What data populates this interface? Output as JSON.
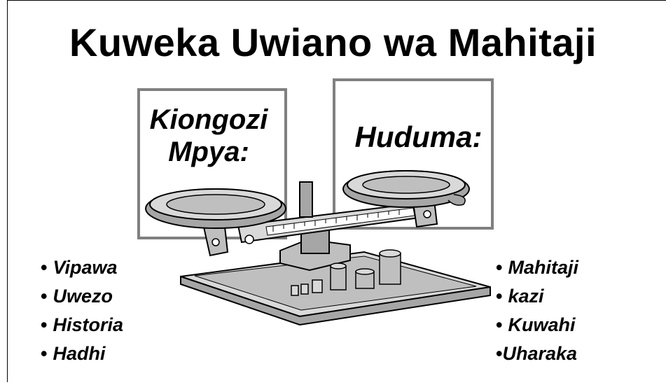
{
  "slide": {
    "title": "Kuweka Uwiano wa Mahitaji",
    "left_box": {
      "line1": "Kiongozi",
      "line2": "Mpya:"
    },
    "right_box": {
      "label": "Huduma:"
    },
    "left_bullets": [
      "Vipawa",
      "Uwezo",
      "Historia",
      "Hadhi"
    ],
    "right_bullets": [
      "Mahitaji",
      "kazi",
      "Kuwahi",
      "Uharaka"
    ],
    "scale_icon": "balance-scale-icon"
  },
  "colors": {
    "box_border": "#808080",
    "metal_light": "#d9d9d9",
    "metal_mid": "#a6a6a6",
    "metal_dark": "#595959"
  }
}
